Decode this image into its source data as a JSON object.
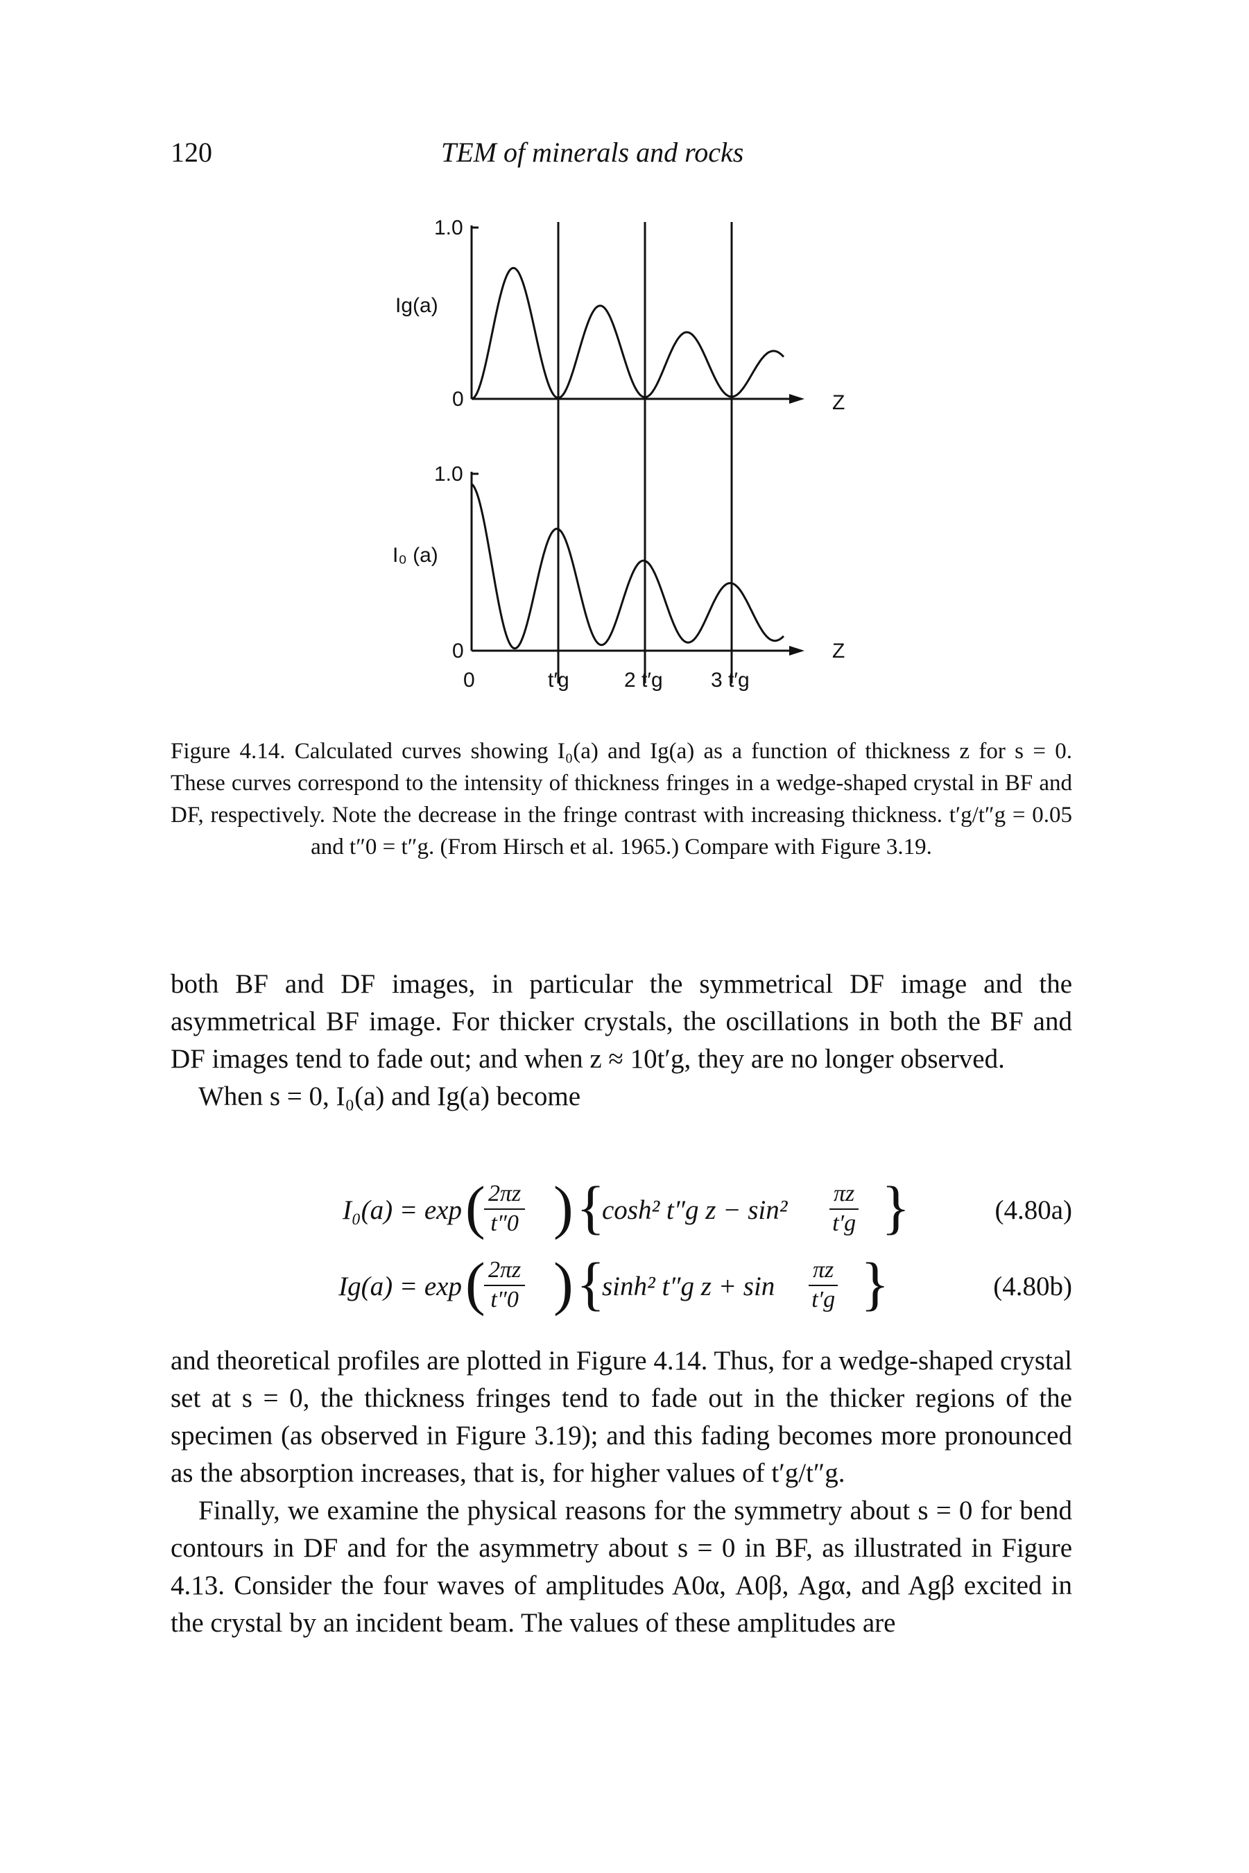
{
  "header": {
    "page_number": "120",
    "running_title": "TEM of minerals and rocks"
  },
  "figure": {
    "top_panel": {
      "y_max": "1.0",
      "y_min": "0",
      "ylabel": "Ig(a)",
      "xlabel": "Z"
    },
    "bottom_panel": {
      "y_max": "1.0",
      "y_min": "0",
      "ylabel": "I₀ (a)",
      "xlabel": "Z"
    },
    "x_ticks": [
      "0",
      "t′g",
      "2 t′g",
      "3 t′g"
    ]
  },
  "caption": {
    "text": "Figure 4.14. Calculated curves showing I₀(a) and Ig(a) as a function of thickness z for s = 0. These curves correspond to the intensity of thickness fringes in a wedge-shaped crystal in BF and DF, respectively. Note the decrease in the fringe contrast with increasing thickness. t′g/t″g = 0.05 and t″0 = t″g. (From Hirsch et al. 1965.) Compare with Figure 3.19."
  },
  "body": {
    "p1": "both BF and DF images, in particular the symmetrical DF image and the asymmetrical BF image. For thicker crystals, the oscillations in both the BF and DF images tend to fade out; and when z ≈ 10t′g, they are no longer observed.",
    "p2": "When s = 0, I₀(a) and Ig(a) become",
    "p3": "and theoretical profiles are plotted in Figure 4.14. Thus, for a wedge-shaped crystal set at s = 0, the thickness fringes tend to fade out in the thicker regions of the specimen (as observed in Figure 3.19); and this fading becomes more pronounced as the absorption increases, that is, for higher values of t′g/t″g.",
    "p4": "Finally, we examine the physical reasons for the symmetry about s = 0 for bend contours in DF and for the asymmetry about s = 0 in BF, as illustrated in Figure 4.13. Consider the four waves of amplitudes A0α, A0β, Agα, and Agβ excited in the crystal by an incident beam. The values of these amplitudes are"
  },
  "equations": {
    "eq_a": {
      "lhs": "I₀(a) = exp",
      "num": "2πz",
      "den": "t″0",
      "core": "cosh² t″g z − sin²",
      "frac2_num": "πz",
      "frac2_den": "t′g",
      "label": "(4.80a)"
    },
    "eq_b": {
      "lhs": "Ig(a) = exp",
      "num": "2πz",
      "den": "t″0",
      "core": "sinh² t″g z + sin",
      "frac2_num": "πz",
      "frac2_den": "t′g",
      "label": "(4.80b)"
    }
  }
}
